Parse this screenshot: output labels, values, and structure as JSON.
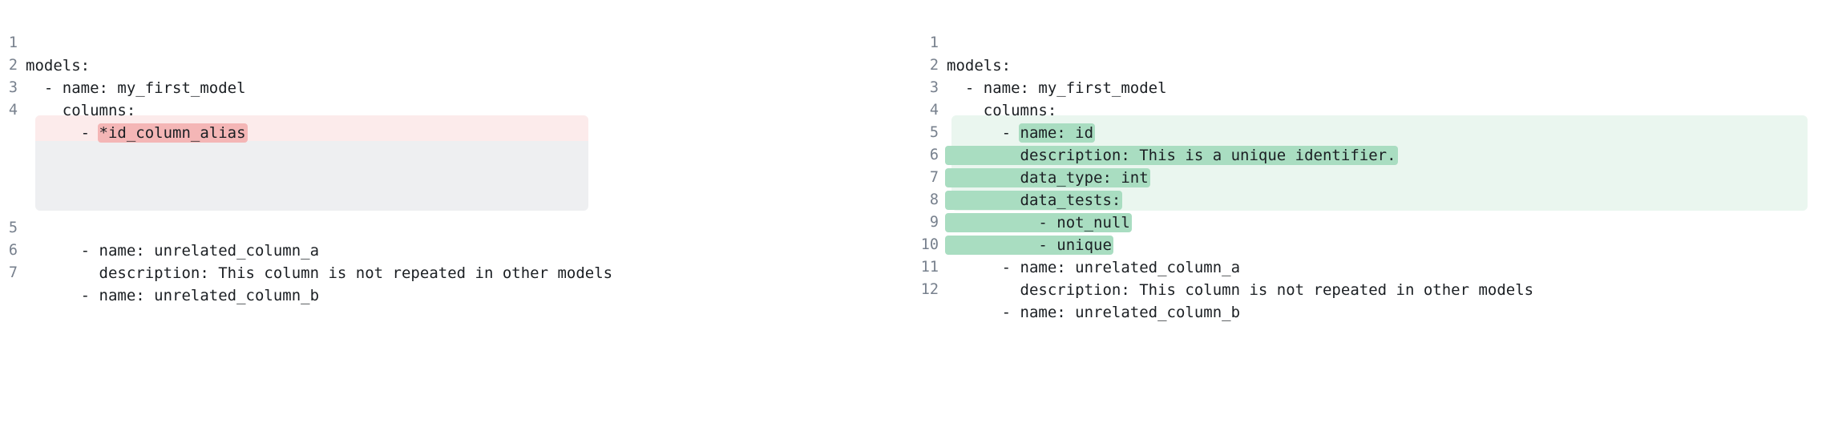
{
  "view": {
    "type": "side-by-side-code-diff",
    "colors": {
      "removed_block_bg": "#eeeff1",
      "removed_line_bg": "#fcebeb",
      "removed_word_bg": "#f4b6b6",
      "added_block_bg": "#eaf6ef",
      "added_word_bg": "#a9ddc1",
      "line_number_color": "#77808d",
      "code_text_color": "#1b1f23",
      "page_bg": "#ffffff"
    }
  },
  "left_panel": {
    "name": "before",
    "lines": [
      {
        "num": "1",
        "text": "models:",
        "state": "context"
      },
      {
        "num": "2",
        "text": "  - name: my_first_model",
        "state": "context"
      },
      {
        "num": "3",
        "text": "    columns:",
        "state": "context"
      },
      {
        "num": "4",
        "prefix": "      - ",
        "highlight": "*id_column_alias",
        "text": "      - *id_column_alias",
        "state": "removed"
      },
      {
        "num": "5",
        "text": "      - name: unrelated_column_a",
        "state": "context"
      },
      {
        "num": "6",
        "text": "        description: This column is not repeated in other models",
        "state": "context"
      },
      {
        "num": "7",
        "text": "      - name: unrelated_column_b",
        "state": "context"
      }
    ]
  },
  "right_panel": {
    "name": "after",
    "lines": [
      {
        "num": "1",
        "text": "models:",
        "state": "context"
      },
      {
        "num": "2",
        "text": "  - name: my_first_model",
        "state": "context"
      },
      {
        "num": "3",
        "text": "    columns:",
        "state": "context"
      },
      {
        "num": "4",
        "prefix": "      - ",
        "highlight": "name: id",
        "text": "      - name: id",
        "state": "added"
      },
      {
        "num": "5",
        "prefix": "",
        "highlight": "        description: This is a unique identifier.",
        "text": "        description: This is a unique identifier.",
        "state": "added"
      },
      {
        "num": "6",
        "prefix": "",
        "highlight": "        data_type: int",
        "text": "        data_type: int",
        "state": "added"
      },
      {
        "num": "7",
        "prefix": "",
        "highlight": "        data_tests:",
        "text": "        data_tests:",
        "state": "added"
      },
      {
        "num": "8",
        "prefix": "",
        "highlight": "          - not_null",
        "text": "          - not_null",
        "state": "added"
      },
      {
        "num": "9",
        "prefix": "",
        "highlight": "          - unique",
        "text": "          - unique",
        "state": "added"
      },
      {
        "num": "10",
        "text": "      - name: unrelated_column_a",
        "state": "context"
      },
      {
        "num": "11",
        "text": "        description: This column is not repeated in other models",
        "state": "context"
      },
      {
        "num": "12",
        "text": "      - name: unrelated_column_b",
        "state": "context"
      }
    ]
  }
}
